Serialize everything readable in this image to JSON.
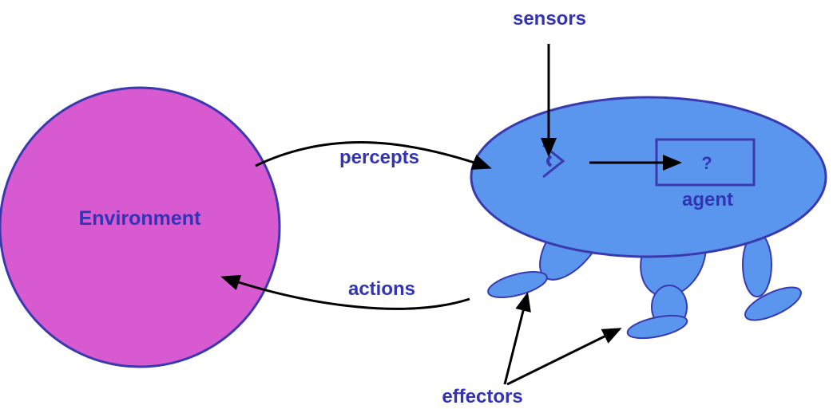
{
  "labels": {
    "environment": "Environment",
    "agent": "agent",
    "sensors": "sensors",
    "percepts": "percepts",
    "actions": "actions",
    "effectors": "effectors",
    "unknown": "?"
  },
  "colors": {
    "environment_fill": "#d85ad0",
    "environment_stroke": "#3a3ab0",
    "agent_fill": "#5a95ee",
    "agent_stroke": "#3a3ab0",
    "label": "#3333b5",
    "arrow": "#000000"
  }
}
